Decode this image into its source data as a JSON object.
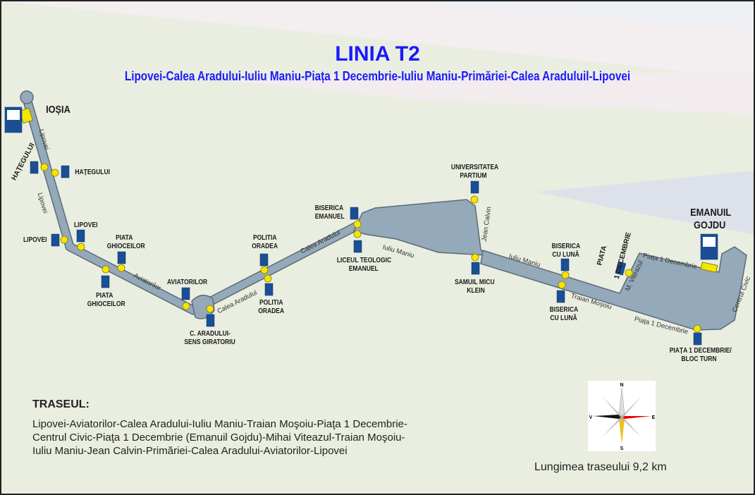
{
  "title": "LINIA T2",
  "subtitle": "Lipovei-Calea Aradului-Iuliu Maniu-Piața 1 Decembrie-Iuliu Maniu-Primăriei-Calea Araduluil-Lipovei",
  "terminals": {
    "iosia": "IOȘIA",
    "gojdu_1": "EMANUIL",
    "gojdu_2": "GOJDU"
  },
  "stops": {
    "hategului_left": "HAȚEGULUI",
    "hategului_right": "HAȚEGULUI",
    "lipovei_left": "LIPOVEI",
    "lipovei_right": "LIPOVEI",
    "ghioceilor_up_1": "PIATA",
    "ghioceilor_up_2": "GHIOCEILOR",
    "ghioceilor_dn_1": "PIATA",
    "ghioceilor_dn_2": "GHIOCEILOR",
    "aviatorilor": "AVIATORILOR",
    "sens_1": "C. ARADULUI-",
    "sens_2": "SENS GIRATORIU",
    "politia_up_1": "POLITIA",
    "politia_up_2": "ORADEA",
    "politia_dn_1": "POLITIA",
    "politia_dn_2": "ORADEA",
    "biserica_em_1": "BISERICA",
    "biserica_em_2": "EMANUEL",
    "liceul_1": "LICEUL TEOLOGIC",
    "liceul_2": "EMANUEL",
    "univ_1": "UNIVERSITATEA",
    "univ_2": "PARTIUM",
    "samuil_1": "SAMUIL MICU",
    "samuil_2": "KLEIN",
    "luna_up_1": "BISERICA",
    "luna_up_2": "CU LUNĂ",
    "luna_dn_1": "BISERICA",
    "luna_dn_2": "CU LUNĂ",
    "piata1_1": "PIATA",
    "piata1_2": "1 DECEMBRIE",
    "bloc_1": "PIAȚA 1 DECEMBRIE/",
    "bloc_2": "BLOC TURN"
  },
  "streets": {
    "lipovei": "Lipovei",
    "aviatorilor": "Aviatorilor",
    "calea_aradului": "Calea Aradului",
    "iuliu_maniu": "Iuliu Maniu",
    "jean_calvin": "Jean Calvin",
    "traian_mosoiu": "Traian Moșoiu",
    "piata_1_dec": "Piața 1 Decembrie",
    "m_viteazul": "M. Viteazul",
    "centrul_civic": "Centrul Civic"
  },
  "route": {
    "heading": "TRASEUL:",
    "lines": [
      "Lipovei-Aviatorilor-Calea Aradului-Iuliu Maniu-Traian Moşoiu-Piaţa 1 Decembrie-",
      "Centrul Civic-Piaţa 1 Decembrie (Emanuil Gojdu)-Mihai Viteazul-Traian Moşoiu-",
      "Iuliu Maniu-Jean Calvin-Primăriei-Calea Aradului-Aviatorilor-Lipovei"
    ]
  },
  "length": "Lungimea traseului 9,2 km",
  "compass": {
    "n": "N",
    "s": "S",
    "e": "E",
    "v": "V"
  },
  "colors": {
    "road": "#94a9b9",
    "stop": "#f5e600",
    "sign": "#1a4f96",
    "title": "#1a1aff"
  }
}
